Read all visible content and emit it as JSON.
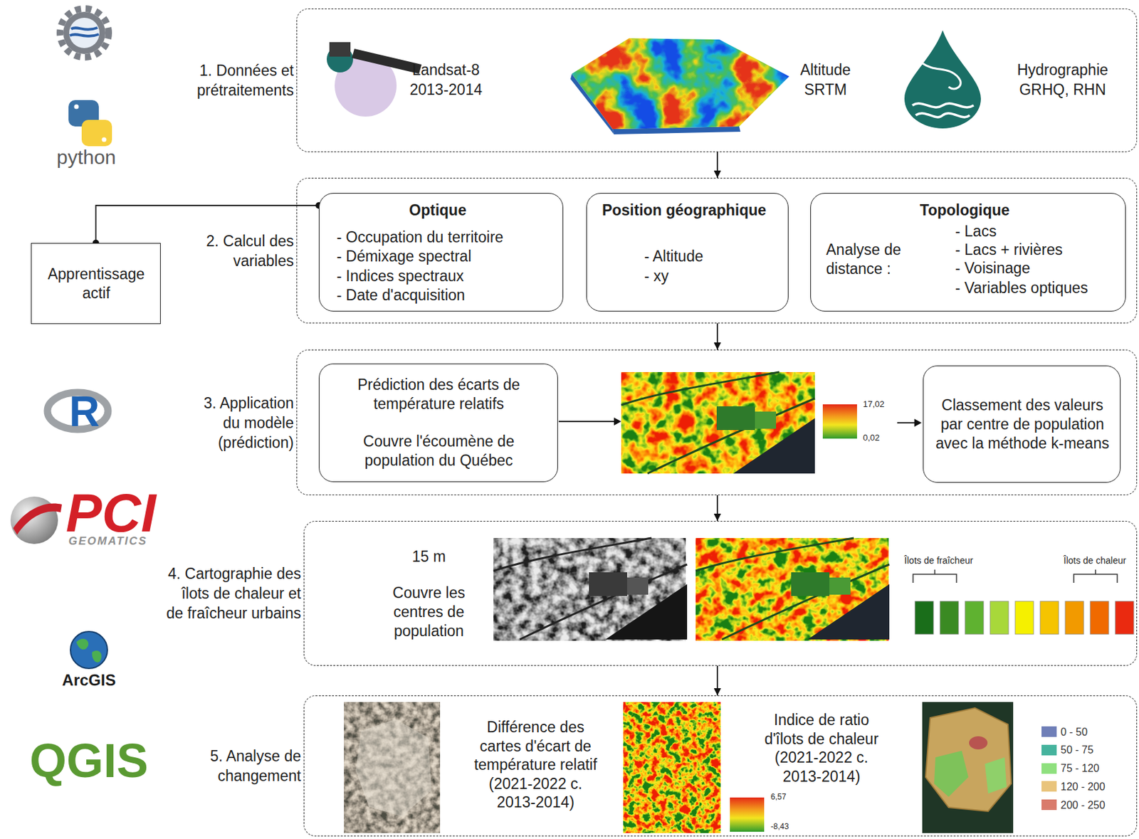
{
  "diagram": {
    "nodes": [
      {
        "text": [
          "1. Données et prétraitements"
        ]
      },
      {
        "text": [
          "2. Calcul des variables"
        ]
      },
      {
        "text": [
          "Optique",
          "- Occupation du territoire",
          "- Démixage spectral",
          "- Indices spectraux",
          "- Date d'acquisition"
        ],
        "in": 1
      },
      {
        "text": [
          "Position géographique",
          "- Altitude",
          "- xy"
        ],
        "in": 1
      },
      {
        "text": [
          "Topologique",
          "Analyse de distance :",
          "- Lacs",
          "- Lacs + rivières",
          "- Voisinage",
          "- Variables optiques"
        ],
        "in": 1
      },
      {
        "text": [
          "Apprentissage actif"
        ]
      },
      {
        "text": [
          "3. Application du modèle (prédiction)"
        ]
      },
      {
        "text": [
          "Prédiction des écarts de température relatifs",
          "Couvre l'écoumène de population du Québec"
        ],
        "in": 6
      },
      {
        "text": [
          "Classement des valeurs par centre de population avec la méthode k-means"
        ],
        "in": 6
      },
      {
        "text": [
          "4. Cartographie des îlots de chaleur et de fraîcheur urbains"
        ]
      },
      {
        "text": [
          "5. Analyse de changement"
        ]
      }
    ],
    "edges": [
      {
        "from": 0,
        "to": 1,
        "arrow": "to"
      },
      {
        "from": 5,
        "to": 2,
        "arrow": "none"
      },
      {
        "from": 1,
        "to": 6,
        "arrow": "to"
      },
      {
        "from": 6,
        "to": 9,
        "arrow": "to"
      },
      {
        "from": 9,
        "to": 10,
        "arrow": "to"
      }
    ],
    "labels": [
      "Landsat-8 2013-2014",
      "Altitude SRTM",
      "Hydrographie GRHQ, RHN",
      "17,02",
      "0,02",
      "15 m",
      "Couvre les centres de population",
      "Îlots de fraîcheur",
      "Îlots de chaleur",
      "Différence des cartes d'écart de température relatif (2021-2022 c. 2013-2014)",
      "6,57",
      "-8,43",
      "Indice de ratio d'îlots de chaleur (2021-2022 c. 2013-2014)",
      "python",
      "R",
      "PCI",
      "GEOMATICS",
      "ArcGIS",
      "QGIS"
    ],
    "legend": [
      {
        "text": "0 - 50",
        "color": "#6f7fb8"
      },
      {
        "text": "50 - 75",
        "color": "#45b39d"
      },
      {
        "text": "75 - 120",
        "color": "#8fe07e"
      },
      {
        "text": "120 - 200",
        "color": "#e9c47c"
      },
      {
        "text": "200 - 250",
        "color": "#d97b6c"
      }
    ]
  }
}
